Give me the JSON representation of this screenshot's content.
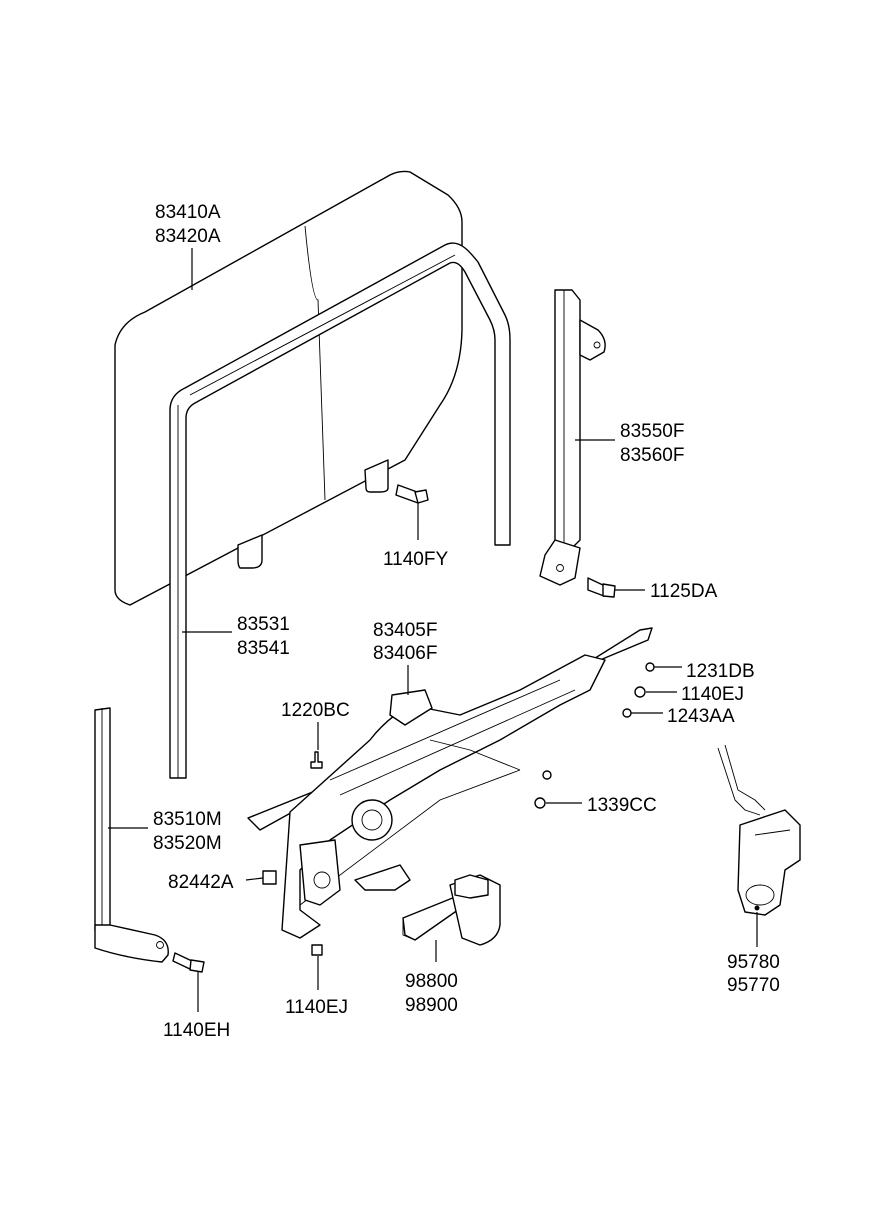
{
  "labels": {
    "glass": [
      "83410A",
      "83420A"
    ],
    "sash": [
      "83531",
      "83541"
    ],
    "rear_channel": [
      "83550F",
      "83560F"
    ],
    "bolt_1140fy": "1140FY",
    "bolt_1125da": "1125DA",
    "regulator": [
      "83405F",
      "83406F"
    ],
    "screw_1231db": "1231DB",
    "screw_1140ej_right": "1140EJ",
    "screw_1243aa": "1243AA",
    "screw_1220bc": "1220BC",
    "screw_1339cc": "1339CC",
    "front_channel": [
      "83510M",
      "83520M"
    ],
    "clip_82442a": "82442A",
    "bolt_1140ej_bottom": "1140EJ",
    "bolt_1140eh": "1140EH",
    "motor": [
      "98800",
      "98900"
    ],
    "latch": [
      "95780",
      "95770"
    ]
  }
}
